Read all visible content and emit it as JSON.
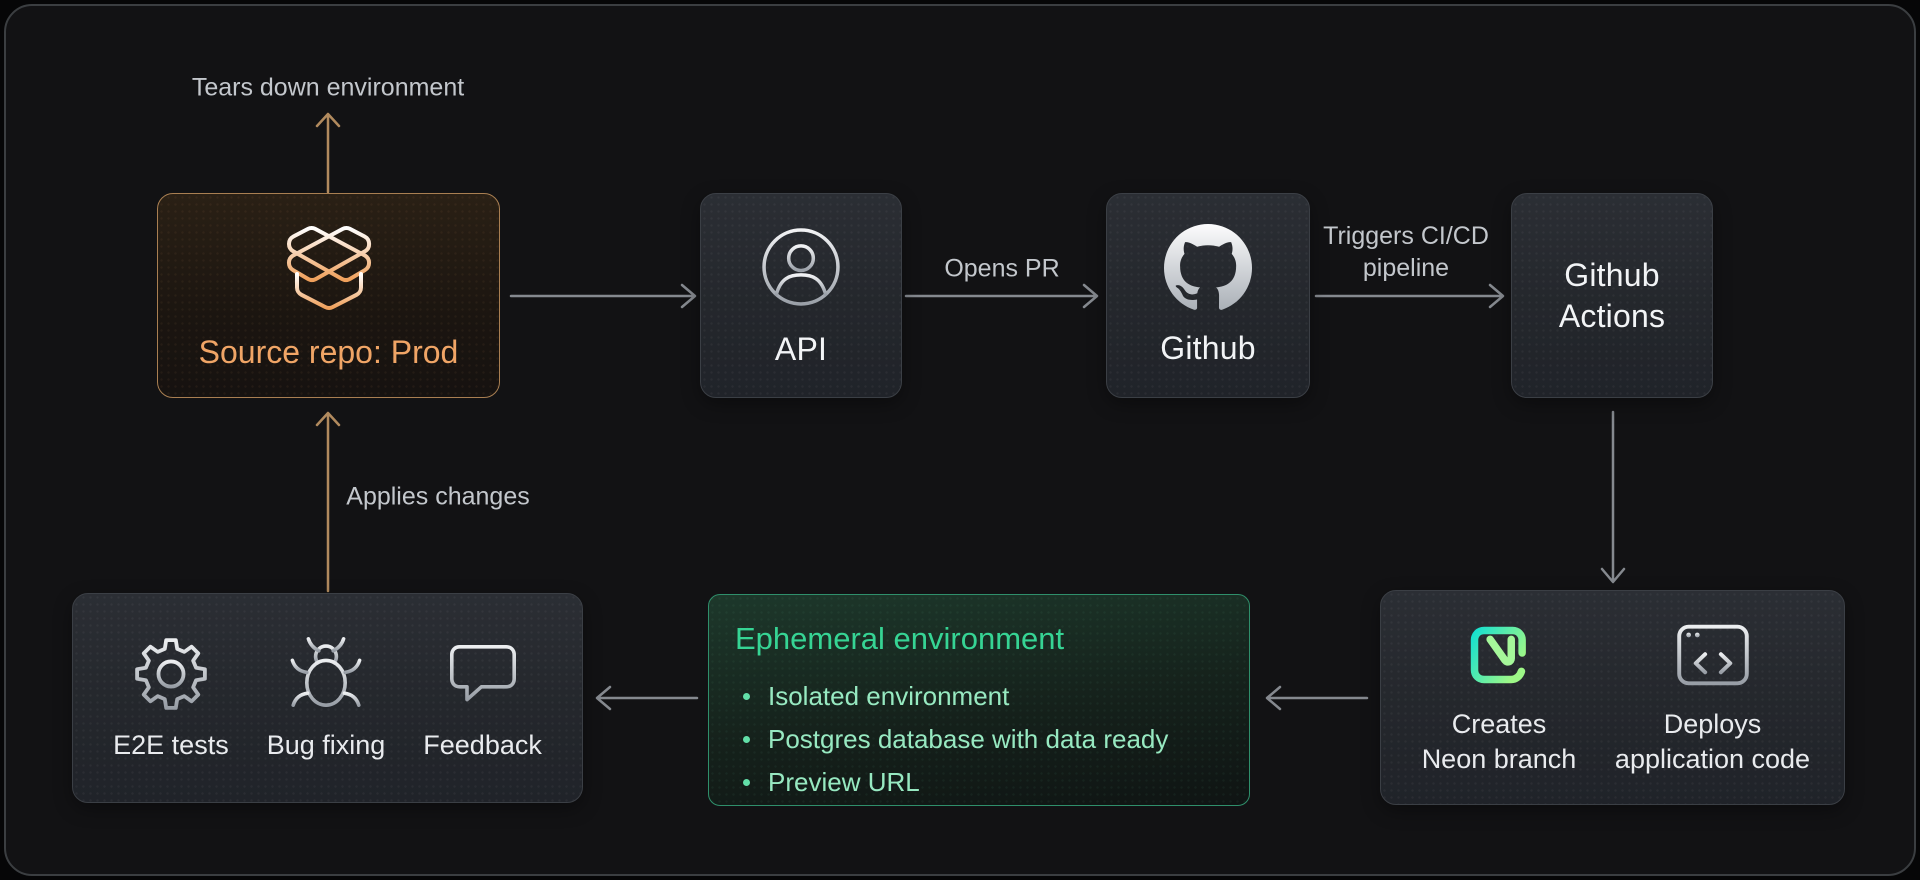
{
  "theme": {
    "canvas_bg": "#121214",
    "frame_border": "#3b3e41",
    "gray_box_top": "#2b2e34",
    "gray_box_bottom": "#202329",
    "gray_box_border": "#3b3f45",
    "amber_border": "#a97f52",
    "amber_text": "#f0a566",
    "amber_arrow": "#b18a5e",
    "gray_arrow": "#85898f",
    "edge_label_color": "#c3c7cc",
    "node_label_color": "#f2f4f6",
    "green_border": "#2f8f6b",
    "green_title": "#36d494",
    "green_item": "#97e9c1",
    "neon_cyan": "#16e0cf",
    "neon_green": "#9df787"
  },
  "edge_labels": {
    "tears_down": "Tears down environment",
    "opens_pr": "Opens PR",
    "triggers_cicd": "Triggers CI/CD pipeline",
    "applies_changes": "Applies changes"
  },
  "nodes": {
    "source_repo": {
      "label": "Source repo: Prod",
      "icon": "open-package-icon"
    },
    "api": {
      "label": "API",
      "icon": "user-circle-icon"
    },
    "github": {
      "label": "Github",
      "icon": "github-octocat-icon"
    },
    "github_actions": {
      "label": "Github Actions"
    },
    "pipeline_outputs": {
      "creates_branch": {
        "label": "Creates Neon branch",
        "icon": "neon-logo-icon"
      },
      "deploys_code": {
        "label": "Deploys application code",
        "icon": "browser-code-icon"
      }
    },
    "ephemeral_environment": {
      "title": "Ephemeral environment",
      "items": [
        "Isolated environment",
        "Postgres database with data ready",
        "Preview URL"
      ]
    },
    "iteration": {
      "items": [
        {
          "label": "E2E tests",
          "icon": "gear-icon"
        },
        {
          "label": "Bug fixing",
          "icon": "bug-icon"
        },
        {
          "label": "Feedback",
          "icon": "speech-bubble-icon"
        }
      ]
    }
  }
}
